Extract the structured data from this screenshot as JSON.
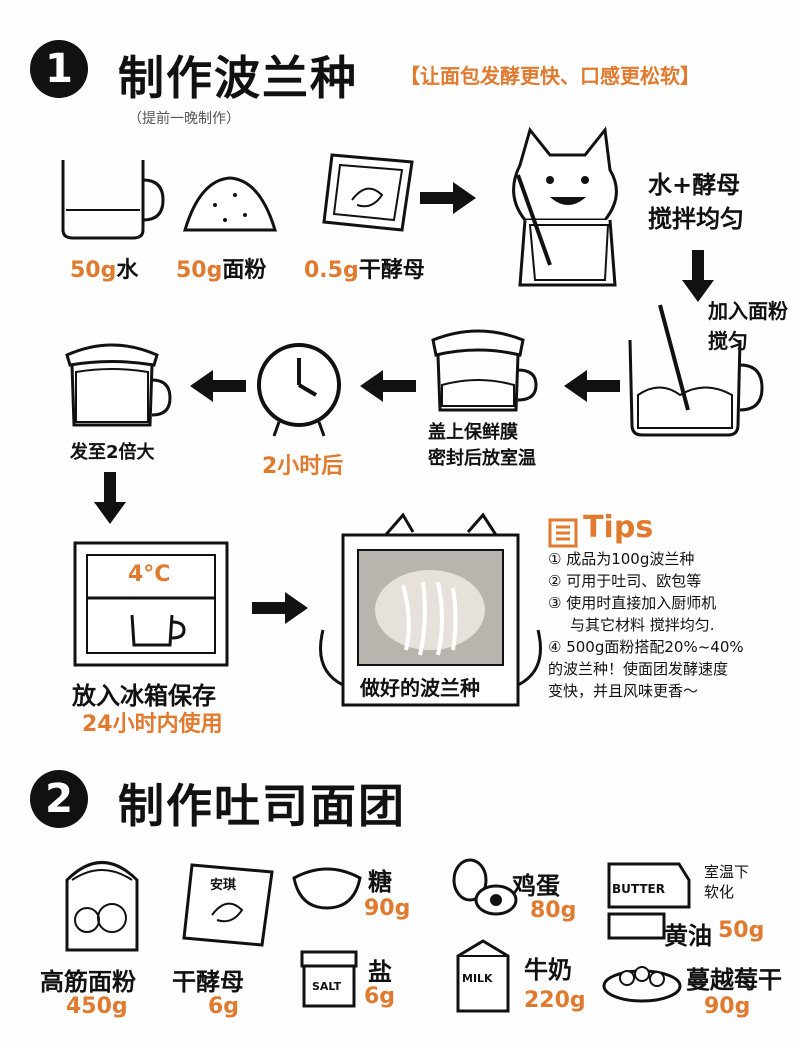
{
  "section1": {
    "number": "1",
    "title": "制作波兰种",
    "subtitle": "【让面包发酵更快、口感更松软】",
    "note": "（提前一晚制作）",
    "ingredients": [
      {
        "qty": "50g",
        "name": "水"
      },
      {
        "qty": "50g",
        "name": "面粉"
      },
      {
        "qty": "0.5g",
        "name": "干酵母"
      }
    ],
    "step_mix": "水+酵母\n搅拌均匀",
    "step_flour": "加入面粉\n搅匀",
    "step_cover": "盖上保鲜膜\n密封后放室温",
    "step_time": "2小时后",
    "step_double": "发至2倍大",
    "fridge_temp": "4°C",
    "fridge_label": "放入冰箱保存",
    "fridge_note": "24小时内使用",
    "done_label": "做好的波兰种",
    "tips_title": "Tips",
    "tips": [
      "① 成品为100g波兰种",
      "② 可用于吐司、欧包等",
      "③ 使用时直接加入厨师机",
      "与其它材料 搅拌均匀.",
      "④ 500g面粉搭配20%~40%",
      "的波兰种！使面团发酵速度",
      "变快，并且风味更香～"
    ]
  },
  "section2": {
    "number": "2",
    "title": "制作吐司面团",
    "ingredients": [
      {
        "name": "高筋面粉",
        "qty": "450g"
      },
      {
        "name": "干酵母",
        "qty": "6g"
      },
      {
        "name": "糖",
        "qty": "90g"
      },
      {
        "name": "盐",
        "qty": "6g"
      },
      {
        "name": "鸡蛋",
        "qty": "80g"
      },
      {
        "name": "牛奶",
        "qty": "220g"
      },
      {
        "name": "室温下\n软化",
        "qty": ""
      },
      {
        "name": "黄油",
        "qty": "50g"
      },
      {
        "name": "蔓越莓干",
        "qty": "90g"
      }
    ],
    "package_labels": {
      "butter": "BUTTER",
      "salt": "SALT",
      "milk": "MILK",
      "yeast": "安琪"
    }
  },
  "colors": {
    "accent": "#e07a2f",
    "ink": "#111111"
  }
}
